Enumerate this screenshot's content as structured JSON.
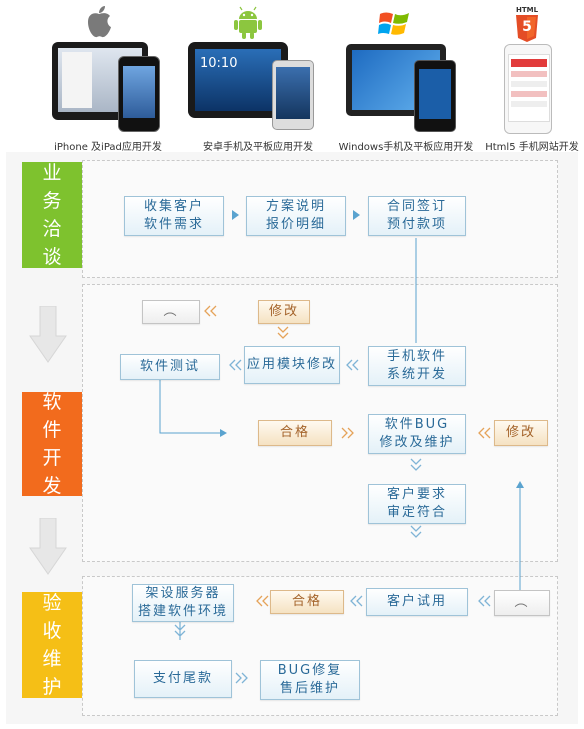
{
  "platforms": [
    {
      "label": "iPhone 及iPad应用开发",
      "icon": "apple-icon"
    },
    {
      "label": "安卓手机及平板应用开发",
      "icon": "android-icon"
    },
    {
      "label": "Windows手机及平板应用开发",
      "icon": "windows-icon"
    },
    {
      "label": "Html5 手机网站开发",
      "icon": "html5-icon",
      "badge": "HTML",
      "number": "5"
    }
  ],
  "stages": [
    {
      "label": "业务洽谈",
      "color": "#7ec22e"
    },
    {
      "label": "软件开发",
      "color": "#f26b1d"
    },
    {
      "label": "验收维护",
      "color": "#f5bf16"
    }
  ],
  "steps": {
    "collect": [
      "收集客户",
      "软件需求"
    ],
    "plan": [
      "方案说明",
      "报价明细"
    ],
    "contract": [
      "合同签订",
      "预付款项"
    ],
    "dev": [
      "手机软件",
      "系统开发"
    ],
    "module_fix": "应用模块修改",
    "test": "软件测试",
    "modify_top": "修改",
    "smile_top": "︵",
    "pass_mid": "合格",
    "bug_fix": [
      "软件BUG",
      "修改及维护"
    ],
    "modify_right": "修改",
    "review": [
      "客户要求",
      "审定符合"
    ],
    "server": [
      "架设服务器",
      "搭建软件环境"
    ],
    "pass_bottom": "合格",
    "trial": "客户试用",
    "smile_bottom": "︵",
    "payment": "支付尾款",
    "after_sale": [
      "BUG修复",
      "售后维护"
    ]
  },
  "colors": {
    "box_border": "#9fc3d8",
    "box_text": "#2a6a98",
    "arrow": "#5aa3cf",
    "orange_arrow": "#e5a35a"
  }
}
